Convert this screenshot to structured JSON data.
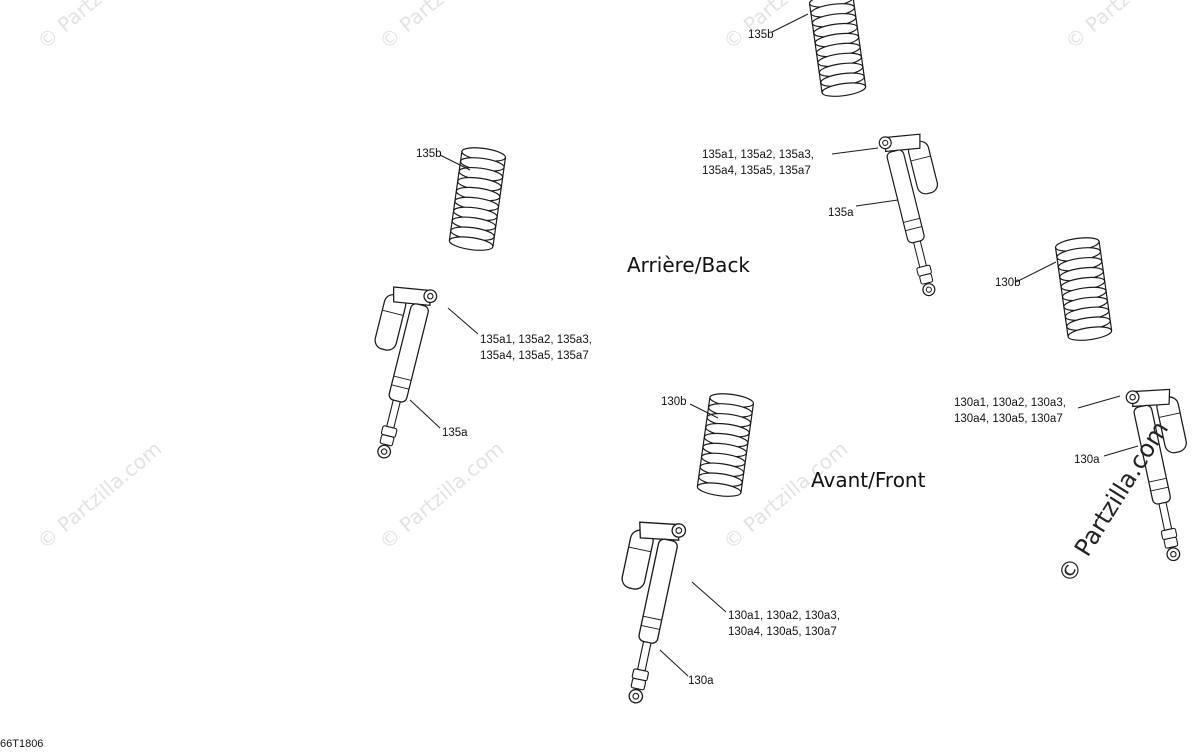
{
  "labels": {
    "back_section": "Arrière/Back",
    "front_section": "Avant/Front",
    "drawing_code": "66T1806"
  },
  "callouts": {
    "rear_spring_top": "135b",
    "rear_spring_left": "135b",
    "rear_spring_right": "130b",
    "rear_shock_top_parts_line1": "135a1, 135a2, 135a3,",
    "rear_shock_top_parts_line2": "135a4, 135a5, 135a7",
    "rear_shock_top": "135a",
    "rear_shock_left_parts_line1": "135a1, 135a2, 135a3,",
    "rear_shock_left_parts_line2": "135a4, 135a5, 135a7",
    "rear_shock_left": "135a",
    "front_spring_center": "130b",
    "front_shock_bottom_parts_line1": "130a1, 130a2, 130a3,",
    "front_shock_bottom_parts_line2": "130a4, 130a5, 130a7",
    "front_shock_bottom": "130a",
    "front_shock_right_parts_line1": "130a1, 130a2, 130a3,",
    "front_shock_right_parts_line2": "130a4, 130a5, 130a7",
    "front_shock_right": "130a"
  },
  "watermark": {
    "text": "© Partzilla.com"
  },
  "colors": {
    "line": "#1a1a1a",
    "watermark": "#e3e3e3"
  }
}
